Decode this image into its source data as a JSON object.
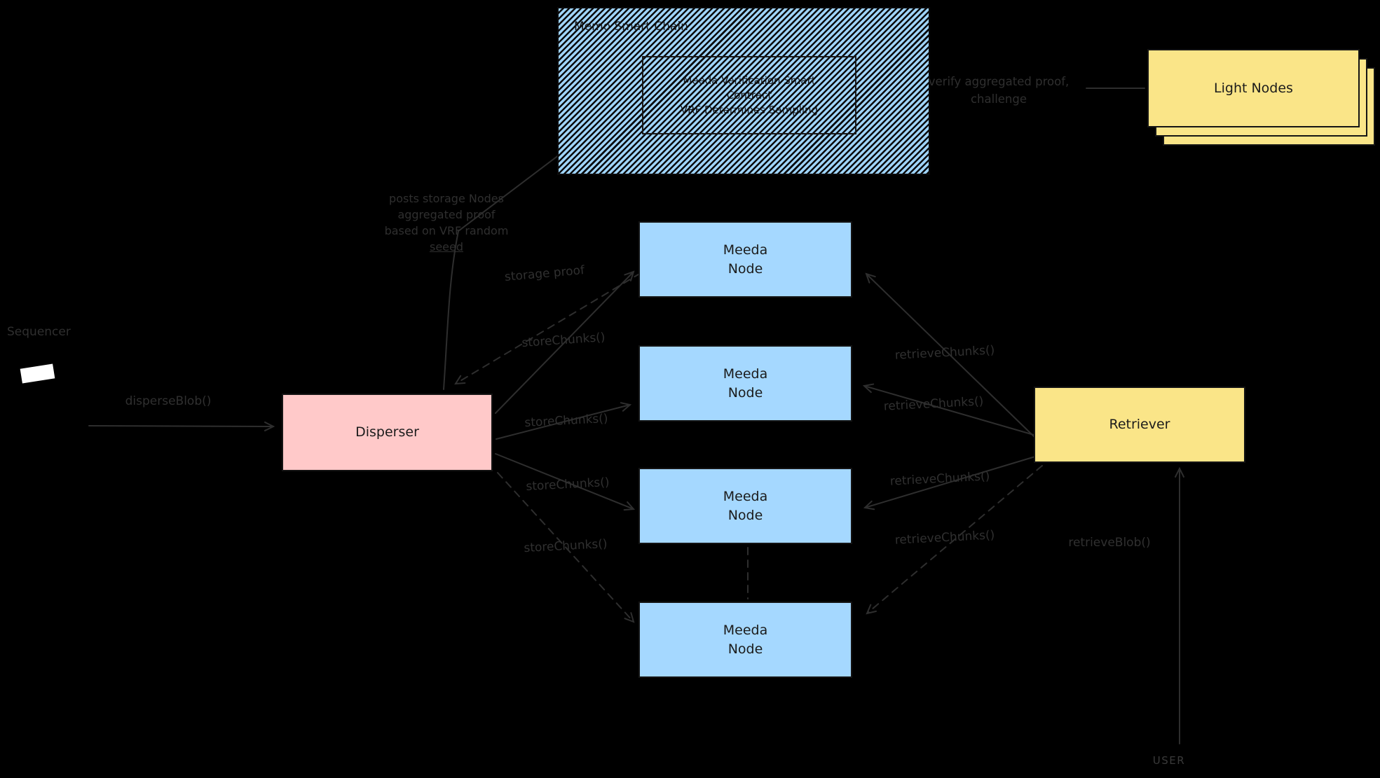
{
  "diagram": {
    "colors": {
      "background": "#000000",
      "node_fill": "#a5d8ff",
      "disperser_fill": "#ffc9c9",
      "yellow_fill": "#fae588",
      "stroke": "#2e2e2e"
    },
    "chain_box": {
      "title": "Memo Smart Chain",
      "inner_lines": [
        "Meeda Verification Smart",
        "Contract",
        "VRF Determines Sampling"
      ]
    },
    "light_nodes": {
      "label": "Light Nodes"
    },
    "sequencer": {
      "label": "Sequencer"
    },
    "disperser": {
      "label": "Disperser"
    },
    "retriever": {
      "label": "Retriever"
    },
    "user": {
      "label": "USER"
    },
    "meeda_nodes": [
      {
        "line1": "Meeda",
        "line2": "Node"
      },
      {
        "line1": "Meeda",
        "line2": "Node"
      },
      {
        "line1": "Meeda",
        "line2": "Node"
      },
      {
        "line1": "Meeda",
        "line2": "Node"
      }
    ],
    "edge_labels": {
      "disperse_blob": "disperseBlob()",
      "posts_proof_lines": [
        "posts storage Nodes",
        "aggregated proof",
        "based on VRF random",
        "seeed"
      ],
      "storage_proof": "storage proof",
      "store_chunks": [
        "storeChunks()",
        "storeChunks()",
        "storeChunks()",
        "storeChunks()"
      ],
      "retrieve_chunks": [
        "retrieveChunks()",
        "retrieveChunks()",
        "retrieveChunks()",
        "retrieveChunks()"
      ],
      "retrieve_blob": "retrieveBlob()",
      "verify_lines": [
        "verify aggregated proof,",
        "challenge"
      ]
    }
  }
}
